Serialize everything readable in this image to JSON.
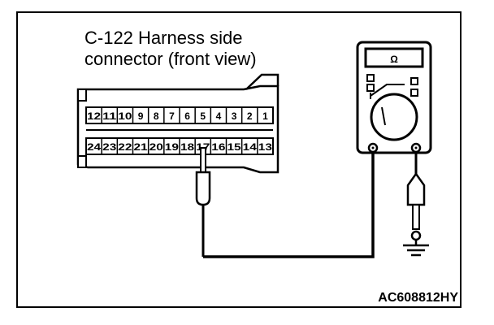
{
  "diagram": {
    "title_lines": [
      "C-122 Harness side",
      "connector (front view)"
    ],
    "figure_id": "AC608812HY",
    "connector": {
      "top_row": [
        "12",
        "11",
        "10",
        "9",
        "8",
        "7",
        "6",
        "5",
        "4",
        "3",
        "2",
        "1"
      ],
      "bottom_row": [
        "24",
        "23",
        "22",
        "21",
        "20",
        "19",
        "18",
        "17",
        "16",
        "15",
        "14",
        "13"
      ],
      "probe_pin": "17"
    },
    "meter": {
      "display_symbol": "Ω"
    }
  }
}
